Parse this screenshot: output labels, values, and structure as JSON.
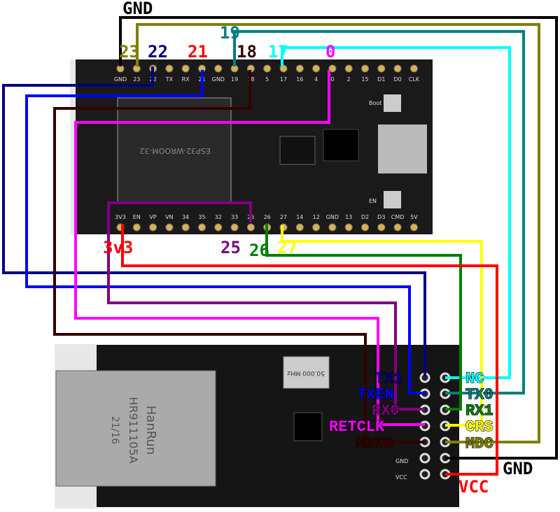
{
  "esp32_board": {
    "top_pins": [
      "GND",
      "23",
      "22",
      "TX",
      "RX",
      "21",
      "GND",
      "19",
      "18",
      "5",
      "17",
      "16",
      "4",
      "0",
      "2",
      "15",
      "D1",
      "D0",
      "CLK"
    ],
    "bottom_pins": [
      "3V3",
      "EN",
      "VP",
      "VN",
      "34",
      "35",
      "32",
      "33",
      "25",
      "26",
      "27",
      "14",
      "12",
      "GND",
      "13",
      "D2",
      "D3",
      "CMD",
      "5V"
    ],
    "module_text": "ESP32-WROOM-32",
    "boot_label": "Boot",
    "en_label": "EN"
  },
  "eth_board": {
    "jack_brand": "HanRun",
    "jack_model": "HR911105A",
    "jack_date": "21/16",
    "crystal": "50.000 MHz",
    "pin_gnd": "GND",
    "pin_vcc": "VCC"
  },
  "wire_labels": {
    "gnd_top": "GND",
    "p23": "23",
    "p22": "22",
    "p21": "21",
    "p19": "19",
    "p18": "18",
    "p17": "17",
    "p0": "0",
    "p3v3": "3v3",
    "p25": "25",
    "p26": "26",
    "p27": "27"
  },
  "eth_labels": {
    "tx1": "TX1",
    "txen": "TXEN",
    "rx0": "RX0",
    "retclk": "RETCLK",
    "mdio": "MDIO",
    "nc": "NC",
    "tx0": "TX0",
    "rx1": "RX1",
    "crs": "CRS",
    "mdc": "MDC",
    "gnd": "GND",
    "vcc": "VCC"
  },
  "colors": {
    "gnd": "#000000",
    "p23": "#808000",
    "p22": "#000080",
    "p21": "#0000ff",
    "p19": "#008080",
    "p18": "#330000",
    "p17": "#00ffff",
    "p0": "#ff00ff",
    "p25": "#800080",
    "p26": "#008000",
    "p27": "#ffff00",
    "p3v3": "#ff0000"
  }
}
